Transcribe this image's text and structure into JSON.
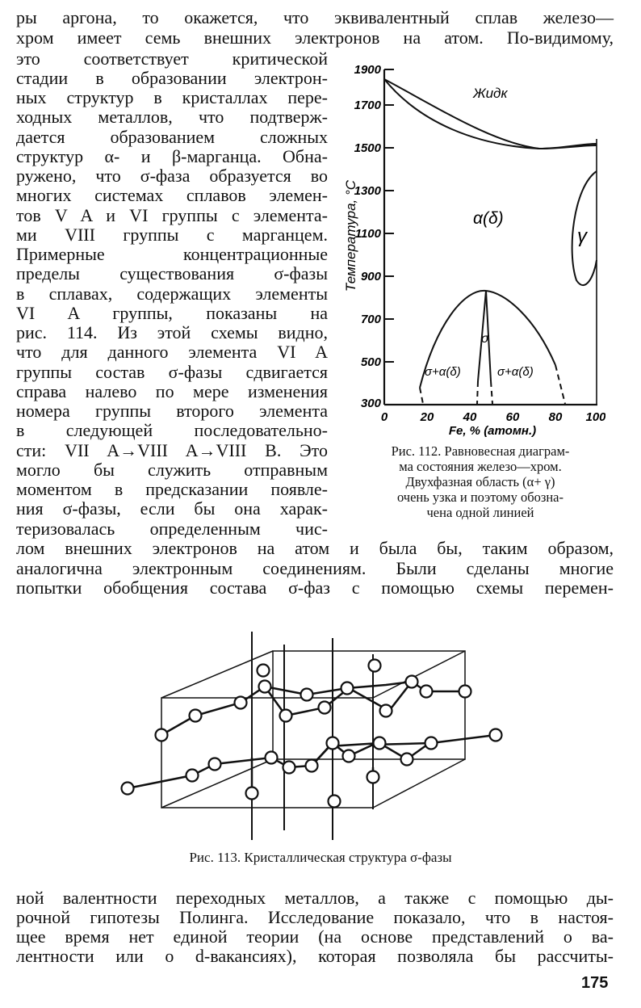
{
  "top_lines": [
    "ры аргона, то окажется, что эквивалентный сплав железо—",
    "хром имеет семь внешних электронов на атом. По-видимому,"
  ],
  "left_lines": [
    "это соответствует критической",
    "стадии в образовании электрон-",
    "ных структур в кристаллах пере-",
    "ходных металлов, что подтверж-",
    "дается образованием сложных",
    "структур α- и β-марганца. Обна-",
    "ружено, что σ-фаза образуется во",
    "многих системах сплавов элемен-",
    "тов V A и VI группы с элемента-",
    "ми VIII группы с марганцем.",
    "Примерные концентрационные",
    "пределы существования σ-фазы",
    "в сплавах, содержащих элементы",
    "VI A группы, показаны на",
    "рис. 114. Из этой схемы видно,",
    "что для данного элемента VI A",
    "группы состав σ-фазы сдвигается",
    "справа налево по мере изменения",
    "номера группы второго элемента",
    "в следующей последовательно-",
    "сти: VII A→VIII A→VIII B. Это",
    "могло бы служить отправным",
    "моментом в предсказании появле-",
    "ния σ-фазы, если бы она харак-",
    "теризовалась определенным чис-"
  ],
  "mid_lines": [
    "лом внешних электронов на атом и была бы, таким образом,",
    "аналогична электронным соединениям. Были сделаны многие",
    "попытки обобщения состава σ-фаз с помощью схемы перемен-"
  ],
  "bottom_lines": [
    "ной валентности переходных металлов, а также с помощью ды-",
    "рочной гипотезы Полинга. Исследование показало, что в настоя-",
    "щее время нет единой теории (на основе представлений о ва-",
    "лентности или о d-вакансиях), которая позволяла бы рассчиты-"
  ],
  "fig112": {
    "y_ticks": [
      "1900",
      "1700",
      "1500",
      "1300",
      "1100",
      "900",
      "700",
      "500",
      "300"
    ],
    "x_ticks": [
      "0",
      "20",
      "40",
      "60",
      "80",
      "100"
    ],
    "y_label": "Температура, °С",
    "x_label": "Fe, % (атомн.)",
    "region_liquid": "Жидк",
    "region_alpha": "α(δ)",
    "region_gamma": "γ",
    "region_sigma": "σ",
    "region_sigma_alpha_left": "σ+α(δ)",
    "region_sigma_alpha_right": "σ+α(δ)",
    "caption": [
      "Рис. 112. Равновесная диаграм-",
      "ма состояния железо—хром.",
      "Двухфазная область (α+ γ)",
      "очень узка и поэтому обозна-",
      "чена одной линией"
    ]
  },
  "fig113": {
    "caption": "Рис. 113. Кристаллическая структура σ-фазы"
  },
  "page_number": "175"
}
